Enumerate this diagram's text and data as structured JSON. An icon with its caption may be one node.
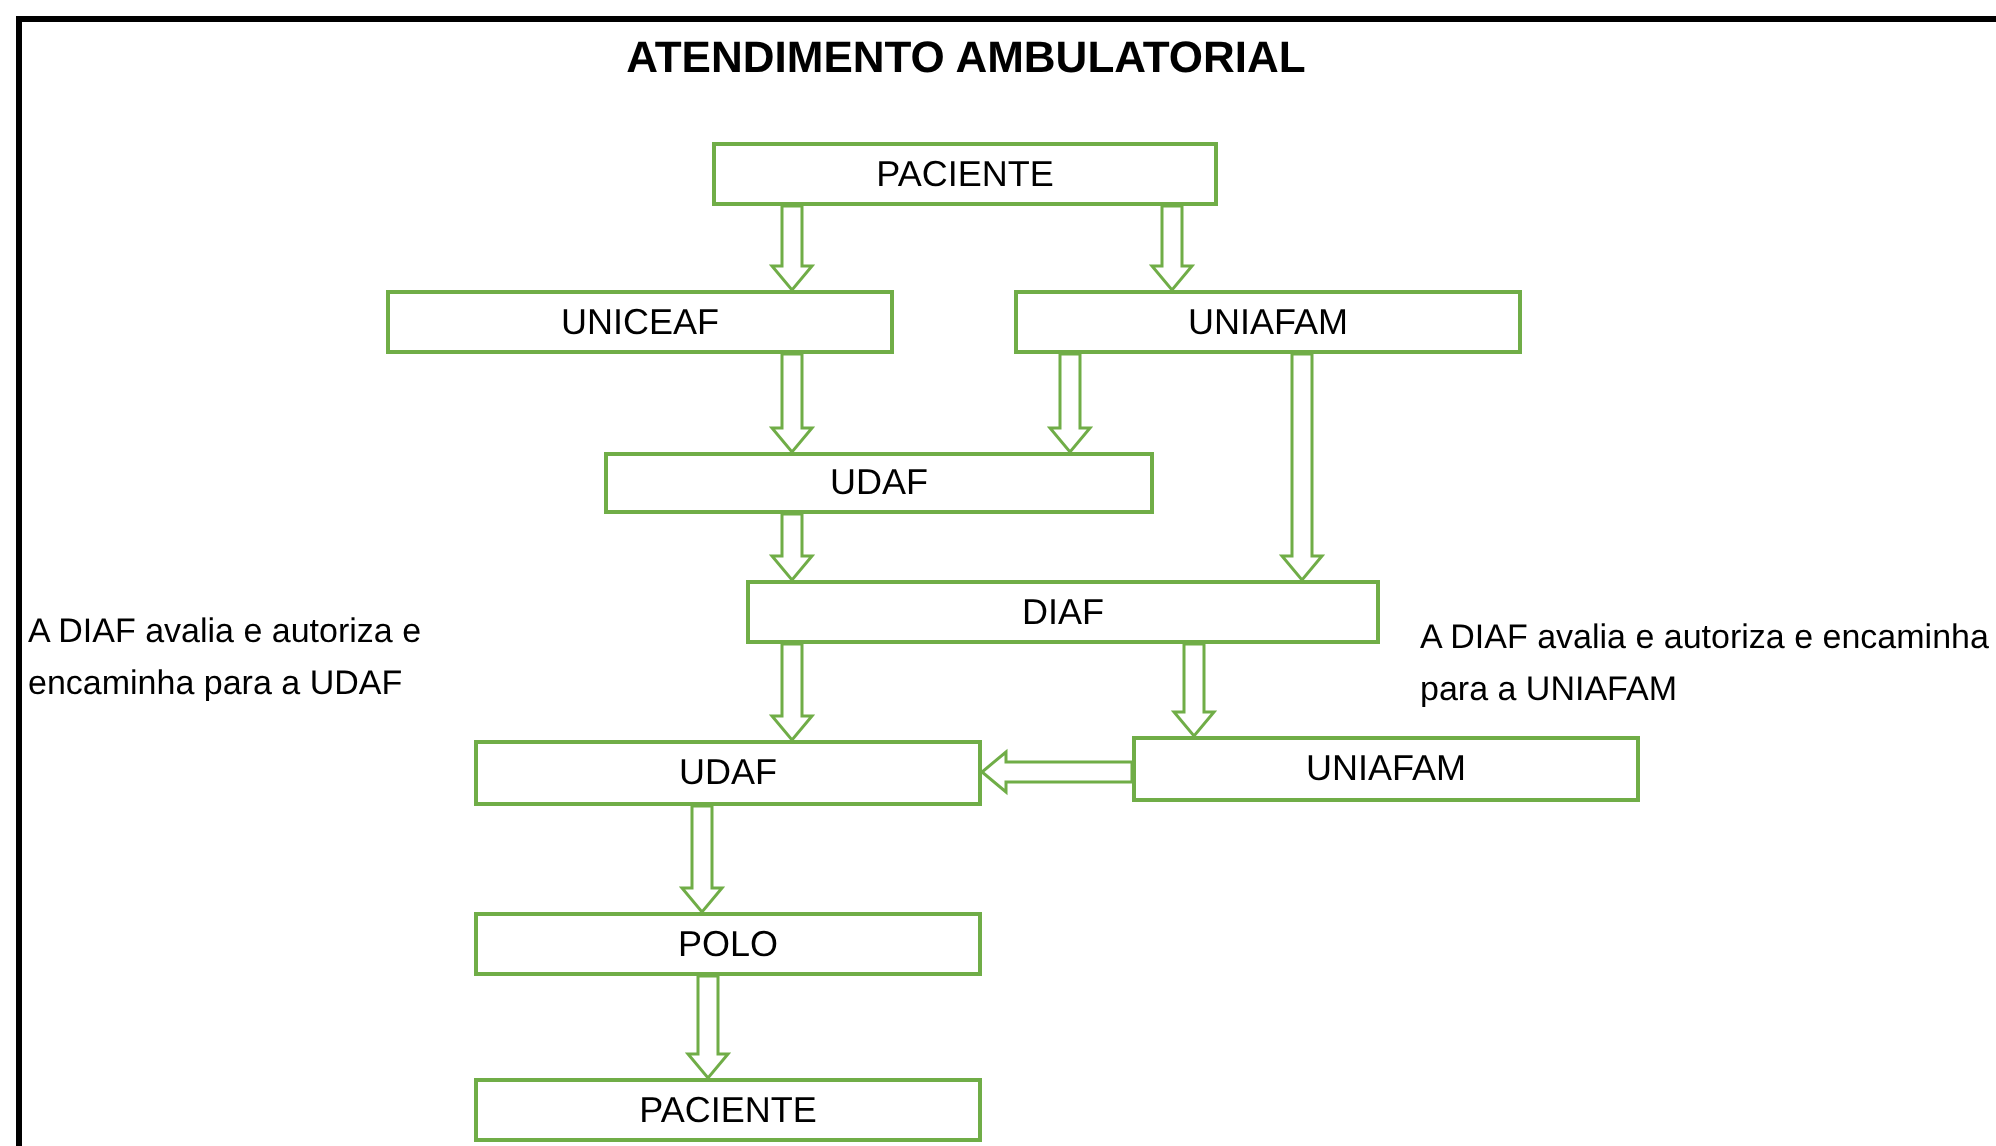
{
  "diagram": {
    "title": "ATENDIMENTO AMBULATORIAL",
    "nodes": [
      {
        "text": [
          "PACIENTE"
        ]
      },
      {
        "text": [
          "UNICEAF"
        ]
      },
      {
        "text": [
          "UNIAFAM"
        ]
      },
      {
        "text": [
          "UDAF"
        ]
      },
      {
        "text": [
          "DIAF"
        ]
      },
      {
        "text": [
          "UDAF"
        ]
      },
      {
        "text": [
          "UNIAFAM"
        ]
      },
      {
        "text": [
          "POLO"
        ]
      },
      {
        "text": [
          "PACIENTE"
        ]
      }
    ],
    "edges": [
      {
        "from": 0,
        "to": 1,
        "arrow": "to"
      },
      {
        "from": 0,
        "to": 2,
        "arrow": "to"
      },
      {
        "from": 1,
        "to": 3,
        "arrow": "to"
      },
      {
        "from": 2,
        "to": 3,
        "arrow": "to"
      },
      {
        "from": 2,
        "to": 4,
        "arrow": "to"
      },
      {
        "from": 3,
        "to": 4,
        "arrow": "to"
      },
      {
        "from": 4,
        "to": 5,
        "arrow": "to"
      },
      {
        "from": 4,
        "to": 6,
        "arrow": "to"
      },
      {
        "from": 6,
        "to": 5,
        "arrow": "to"
      },
      {
        "from": 5,
        "to": 7,
        "arrow": "to"
      },
      {
        "from": 7,
        "to": 8,
        "arrow": "to"
      }
    ],
    "labels": [
      "A DIAF avalia e autoriza e encaminha para a UDAF",
      "A DIAF avalia e autoriza e encaminha para a UNIAFAM"
    ]
  }
}
